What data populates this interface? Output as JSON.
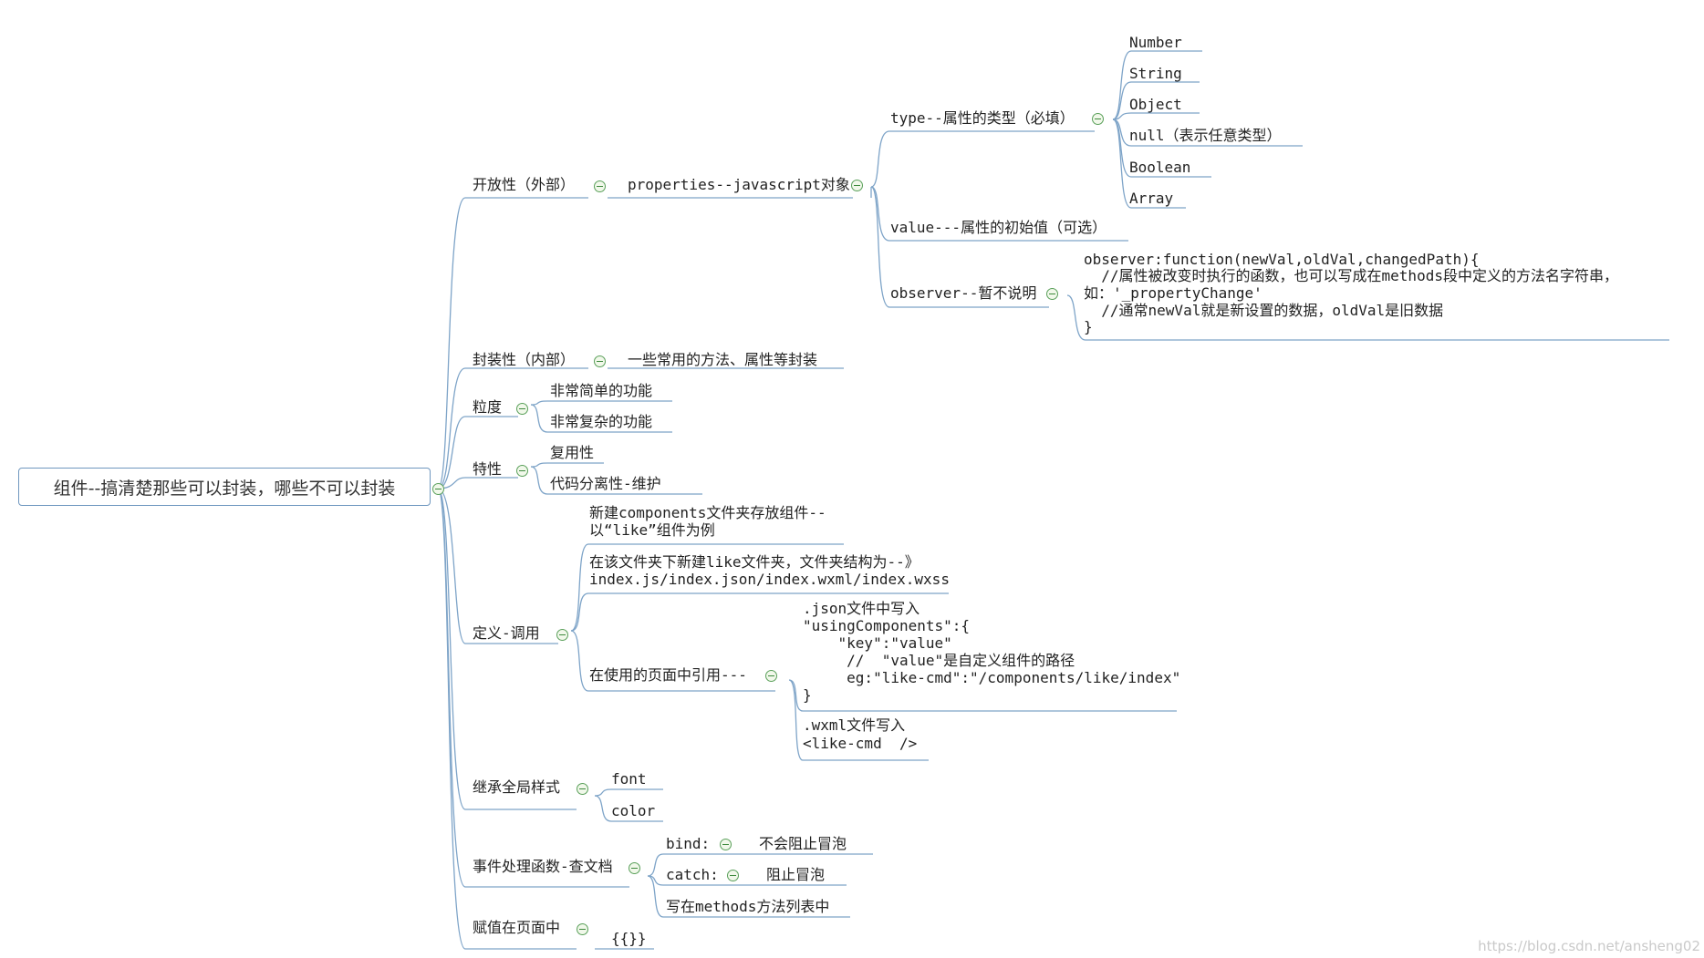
{
  "root": "组件--搞清楚那些可以封装，哪些不可以封装",
  "branches": {
    "open": {
      "label": "开放性（外部）",
      "properties": {
        "label": "properties--javascript对象",
        "type": {
          "label": "type--属性的类型（必填）",
          "values": [
            "Number",
            "String",
            "Object",
            "null（表示任意类型）",
            "Boolean",
            "Array"
          ]
        },
        "value": "value---属性的初始值（可选）",
        "observer": {
          "label": "observer--暂不说明",
          "code": [
            "observer:function(newVal,oldVal,changedPath){",
            "  //属性被改变时执行的函数，也可以写成在methods段中定义的方法名字符串，",
            "如：'_propertyChange'",
            "  //通常newVal就是新设置的数据，oldVal是旧数据",
            "}"
          ]
        }
      }
    },
    "encap": {
      "label": "封装性（内部）",
      "child": "一些常用的方法、属性等封装"
    },
    "granularity": {
      "label": "粒度",
      "children": [
        "非常简单的功能",
        "非常复杂的功能"
      ]
    },
    "traits": {
      "label": "特性",
      "children": [
        "复用性",
        "代码分离性-维护"
      ]
    },
    "define": {
      "label": "定义-调用",
      "create": [
        "新建components文件夹存放组件--",
        "以“like”组件为例"
      ],
      "structure": [
        "在该文件夹下新建like文件夹，文件夹结构为--》",
        "index.js/index.json/index.wxml/index.wxss"
      ],
      "use": {
        "label": "在使用的页面中引用---",
        "json": [
          ".json文件中写入",
          "\"usingComponents\":{",
          "    \"key\":\"value\"",
          "     //  \"value\"是自定义组件的路径",
          "     eg:\"like-cmd\":\"/components/like/index\"",
          "}"
        ],
        "wxml": [
          ".wxml文件写入",
          "<like-cmd  />"
        ]
      }
    },
    "inherit": {
      "label": "继承全局样式",
      "children": [
        "font",
        "color"
      ]
    },
    "events": {
      "label": "事件处理函数-查文档",
      "bind": {
        "label": "bind:",
        "child": "不会阻止冒泡"
      },
      "catch": {
        "label": "catch:",
        "child": "阻止冒泡"
      },
      "methods": "写在methods方法列表中"
    },
    "assign": {
      "label": "赋值在页面中",
      "child": "{{}}"
    }
  },
  "watermark": "https://blog.csdn.net/ansheng02",
  "colors": {
    "line": "#6f97bf",
    "toggle": "#5aa05a"
  }
}
